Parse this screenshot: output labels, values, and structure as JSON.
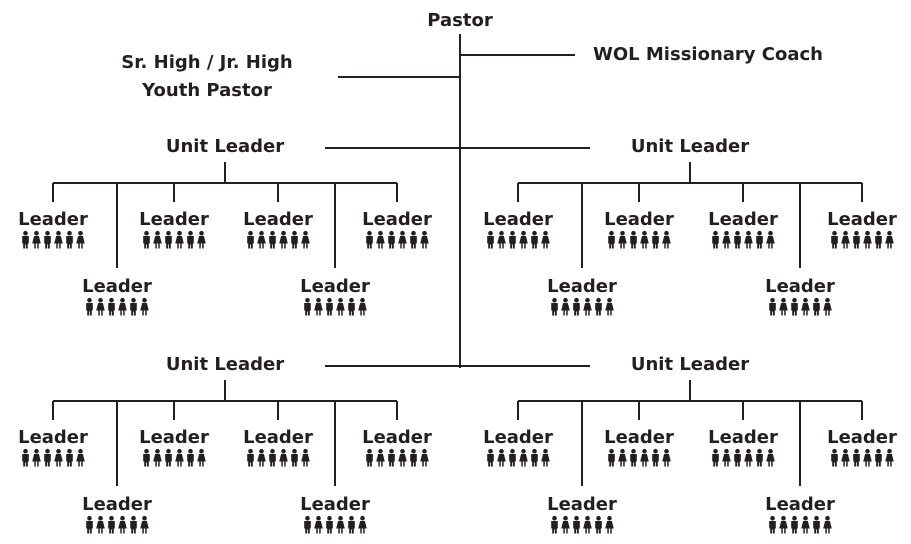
{
  "pastor": "Pastor",
  "youth_pastor": [
    "Sr. High / Jr. High",
    "Youth Pastor"
  ],
  "coach": "WOL Missionary Coach",
  "unit_leader_label": "Unit Leader",
  "leader_label": "Leader",
  "colors": {
    "ink": "#231f20",
    "background": "#ffffff"
  },
  "icons": {
    "people_row": "person-icon",
    "people_per_leader": 6,
    "icon_pattern": [
      "male",
      "female",
      "male",
      "female",
      "male",
      "female"
    ]
  },
  "units": [
    {
      "position": "top-left",
      "leaders": 6
    },
    {
      "position": "top-right",
      "leaders": 6
    },
    {
      "position": "bottom-left",
      "leaders": 6
    },
    {
      "position": "bottom-right",
      "leaders": 6
    }
  ]
}
